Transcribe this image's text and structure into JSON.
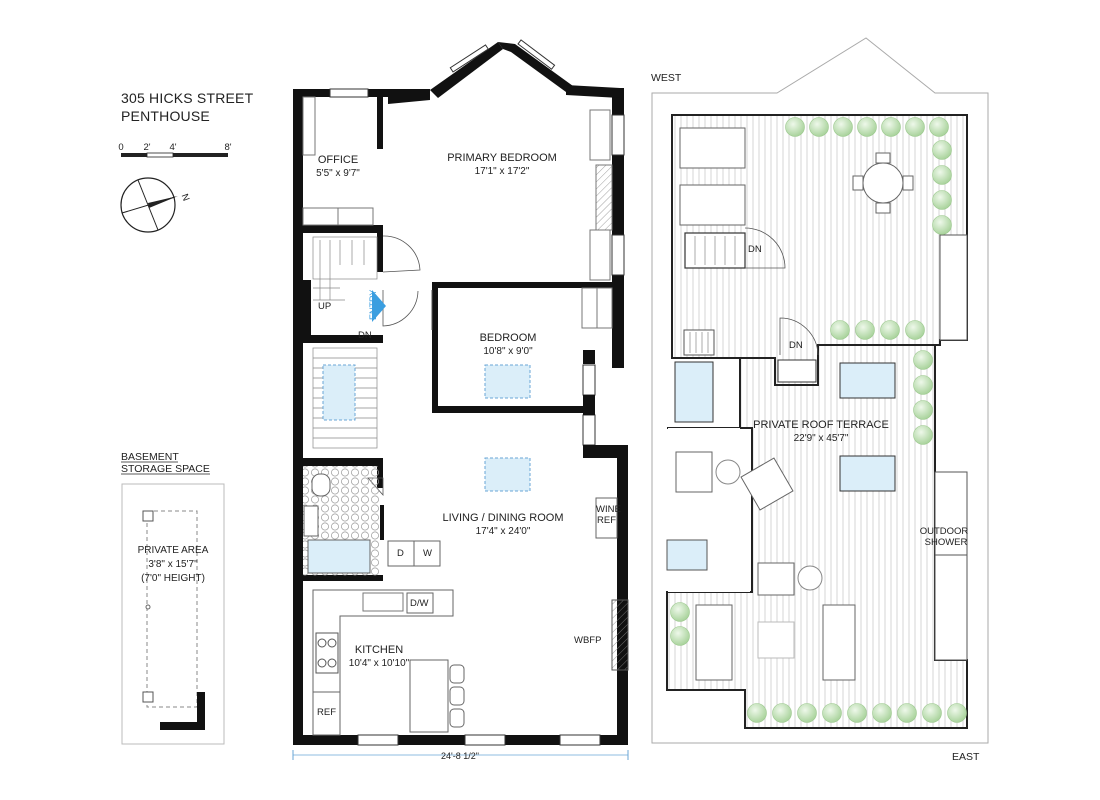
{
  "header": {
    "address": "305 HICKS STREET",
    "unit": "PENTHOUSE"
  },
  "scale": {
    "ticks": [
      "0",
      "2'",
      "4'",
      "8'"
    ]
  },
  "compass": {
    "north": "N"
  },
  "basement": {
    "heading_line1": "BASEMENT",
    "heading_line2": "STORAGE SPACE",
    "area_name": "PRIVATE AREA",
    "area_dims": "3'8\" x 15'7\"",
    "area_height": "(7'0\" HEIGHT)"
  },
  "apartment": {
    "rooms": {
      "office": {
        "name": "OFFICE",
        "dims": "5'5\" x 9'7\""
      },
      "primary_bedroom": {
        "name": "PRIMARY BEDROOM",
        "dims": "17'1\" x 17'2\""
      },
      "bedroom": {
        "name": "BEDROOM",
        "dims": "10'8\" x 9'0\""
      },
      "living_dining": {
        "name": "LIVING / DINING ROOM",
        "dims": "17'4\" x 24'0\""
      },
      "kitchen": {
        "name": "KITCHEN",
        "dims": "10'4\" x 10'10\""
      }
    },
    "labels": {
      "entry": "ENTRY",
      "up": "UP",
      "dn": "DN",
      "wine_ref_1": "WINE",
      "wine_ref_2": "REF",
      "wbfp": "WBFP",
      "dryer": "D",
      "washer": "W",
      "dishwasher": "D/W",
      "ref": "REF"
    },
    "width_dimension": "24'-8 1/2\""
  },
  "roof": {
    "west": "WEST",
    "east": "EAST",
    "terrace_name": "PRIVATE ROOF TERRACE",
    "terrace_dims": "22'9\" x 45'7\"",
    "dn_1": "DN",
    "dn_2": "DN",
    "shower_1": "OUTDOOR",
    "shower_2": "SHOWER"
  },
  "colors": {
    "wall": "#111111",
    "entry_arrow": "#3a9ee0",
    "skylight": "#dbeef9",
    "plant": "#c9e6c0",
    "deck": "#c9c9c9"
  }
}
